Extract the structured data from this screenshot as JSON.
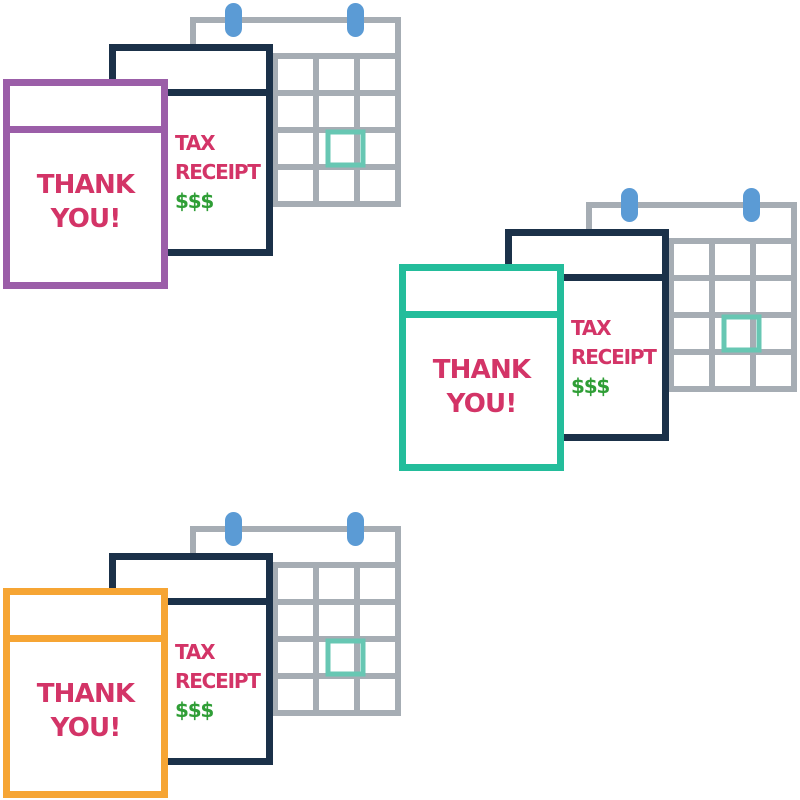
{
  "illustrations": [
    {
      "thank_you_lines": [
        "THANK",
        "YOU!"
      ],
      "receipt_lines": [
        "TAX",
        "RECEIPT"
      ],
      "money_text": "$$$",
      "front_card_color": "#9b5ea8"
    },
    {
      "thank_you_lines": [
        "THANK",
        "YOU!"
      ],
      "receipt_lines": [
        "TAX",
        "RECEIPT"
      ],
      "money_text": "$$$",
      "front_card_color": "#23bd9b"
    },
    {
      "thank_you_lines": [
        "THANK",
        "YOU!"
      ],
      "receipt_lines": [
        "TAX",
        "RECEIPT"
      ],
      "money_text": "$$$",
      "front_card_color": "#f6a534"
    }
  ],
  "colors": {
    "calendar_grid": "#a6adb4",
    "calendar_rings": "#5b9bd5",
    "calendar_highlight": "#67c7b3",
    "receipt_border": "#1b3149",
    "text_pink": "#d33467",
    "text_green": "#2f9e36"
  },
  "icons": [
    "calendar-icon",
    "tax-receipt-icon",
    "thank-you-card-icon"
  ]
}
